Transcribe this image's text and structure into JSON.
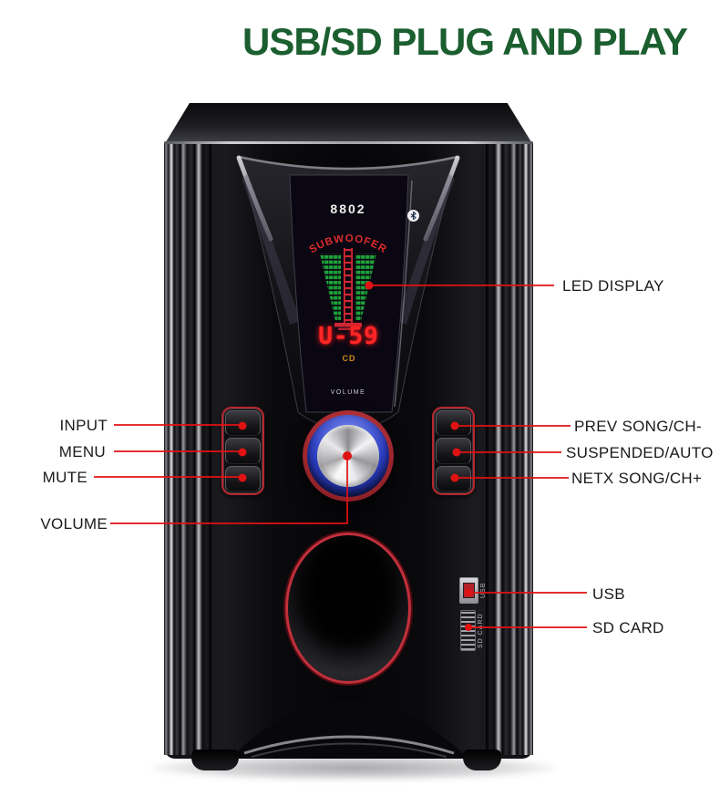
{
  "title": {
    "text": "USB/SD PLUG AND PLAY",
    "color": "#1b5e2f"
  },
  "device": {
    "display": {
      "model": "8802",
      "arc_text": "SUBWOOFER",
      "readout": "U-59",
      "mode": "CD",
      "volume_caption": "VOLUME",
      "bluetooth_icon": "bluetooth-icon"
    },
    "ports": {
      "usb": "USB",
      "sd": "SD CARD"
    }
  },
  "callouts": {
    "led_display": {
      "label": "LED DISPLAY"
    },
    "input": {
      "label": "INPUT"
    },
    "menu": {
      "label": "MENU"
    },
    "mute": {
      "label": "MUTE"
    },
    "volume": {
      "label": "VOLUME"
    },
    "prev_song": {
      "label": "PREV SONG/CH-"
    },
    "suspended": {
      "label": "SUSPENDED/AUTO"
    },
    "next_song": {
      "label": "NETX SONG/CH+"
    },
    "usb": {
      "label": "USB"
    },
    "sd_card": {
      "label": "SD CARD"
    }
  },
  "colors": {
    "title_green": "#1b5e2f",
    "callout_red": "#e01212",
    "vu_green": "#1ea23c",
    "led_red": "#ff2626",
    "mode_amber": "#cf8a1e",
    "knob_blue": "#2a3cc0",
    "accent_ring_red": "#c2303c"
  }
}
